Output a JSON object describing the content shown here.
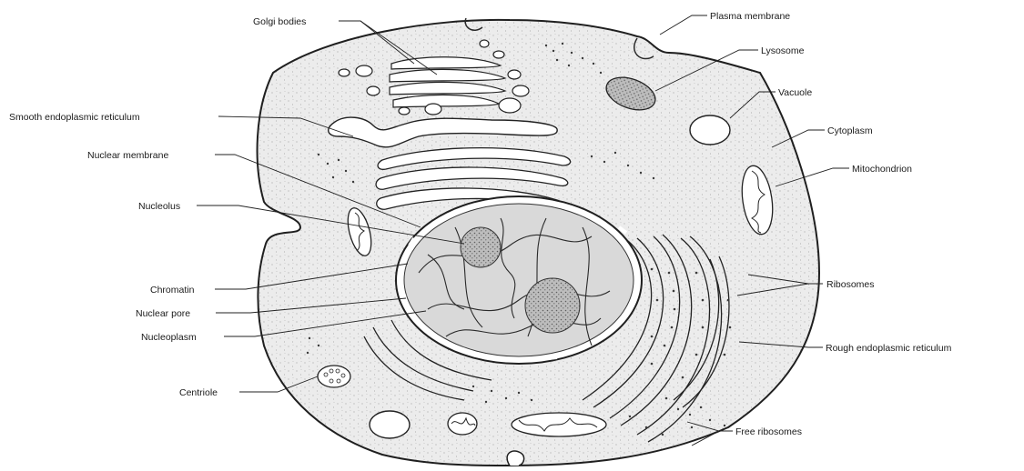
{
  "labels": {
    "golgi_bodies": "Golgi bodies",
    "plasma_membrane": "Plasma membrane",
    "lysosome": "Lysosome",
    "vacuole": "Vacuole",
    "cytoplasm": "Cytoplasm",
    "mitochondrion": "Mitochondrion",
    "smooth_er": "Smooth endoplasmic reticulum",
    "nuclear_membrane": "Nuclear membrane",
    "nucleolus": "Nucleolus",
    "chromatin": "Chromatin",
    "nuclear_pore": "Nuclear pore",
    "nucleoplasm": "Nucleoplasm",
    "centriole": "Centriole",
    "ribosomes": "Ribosomes",
    "rough_er": "Rough endoplasmic reticulum",
    "free_ribosomes": "Free ribosomes"
  }
}
